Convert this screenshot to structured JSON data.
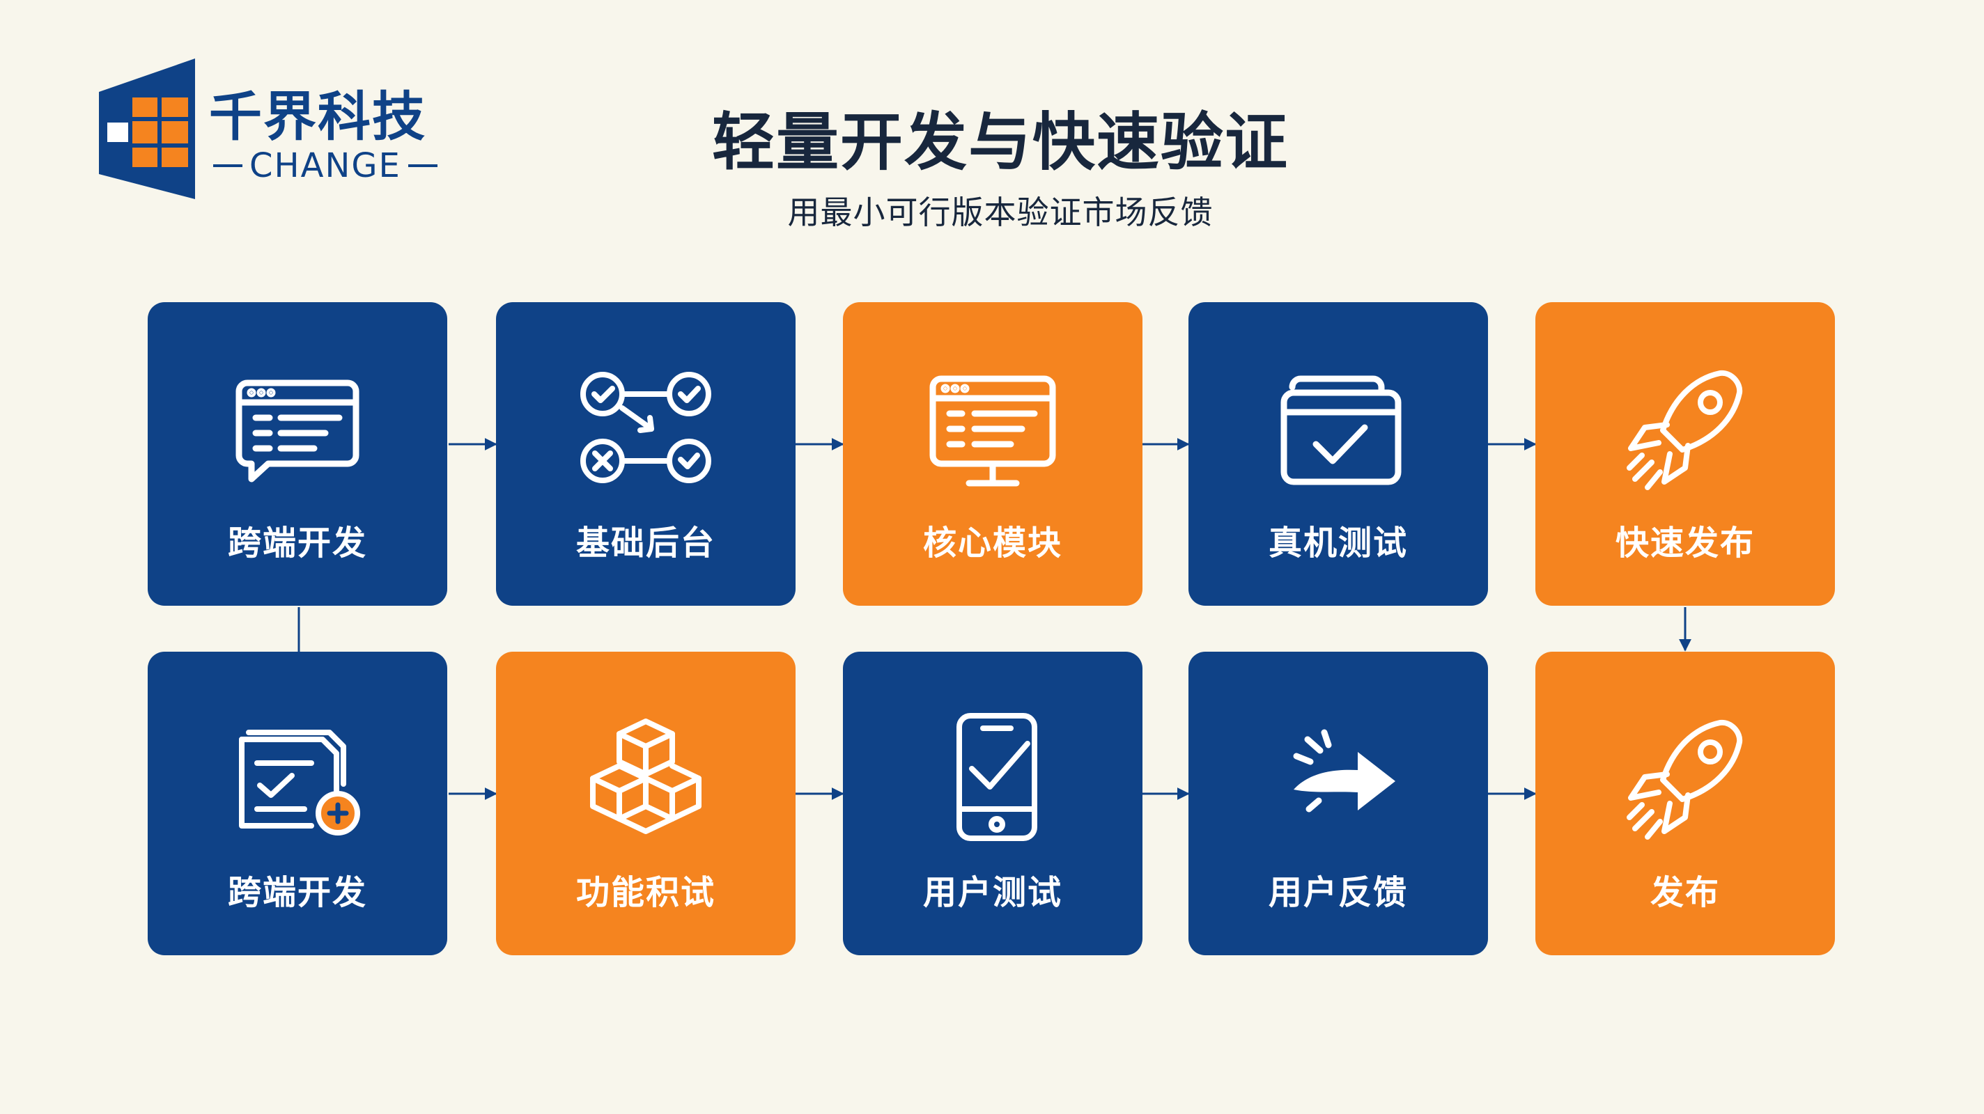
{
  "brand": {
    "name_cn": "千界科技",
    "name_en": "CHANGE"
  },
  "header": {
    "title": "轻量开发与快速验证",
    "subtitle": "用最小可行版本验证市场反馈"
  },
  "colors": {
    "blue": "#0f4287",
    "orange": "#f5841f",
    "background": "#f8f6ec",
    "text": "#18273d"
  },
  "steps_row1": [
    {
      "label": "跨端开发",
      "icon": "browser-window-chat-icon",
      "color": "blue"
    },
    {
      "label": "基础后台",
      "icon": "workflow-checks-icon",
      "color": "blue"
    },
    {
      "label": "核心模块",
      "icon": "monitor-icon",
      "color": "orange"
    },
    {
      "label": "真机测试",
      "icon": "checked-card-icon",
      "color": "blue"
    },
    {
      "label": "快速发布",
      "icon": "rocket-icon",
      "color": "orange"
    }
  ],
  "steps_row2": [
    {
      "label": "跨端开发",
      "icon": "checked-document-add-icon",
      "color": "blue"
    },
    {
      "label": "功能积试",
      "icon": "stacked-boxes-icon",
      "color": "orange"
    },
    {
      "label": "用户测试",
      "icon": "smartphone-check-icon",
      "color": "blue"
    },
    {
      "label": "用户反馈",
      "icon": "forward-arrow-icon",
      "color": "blue"
    },
    {
      "label": "发布",
      "icon": "rocket-icon",
      "color": "orange"
    }
  ]
}
